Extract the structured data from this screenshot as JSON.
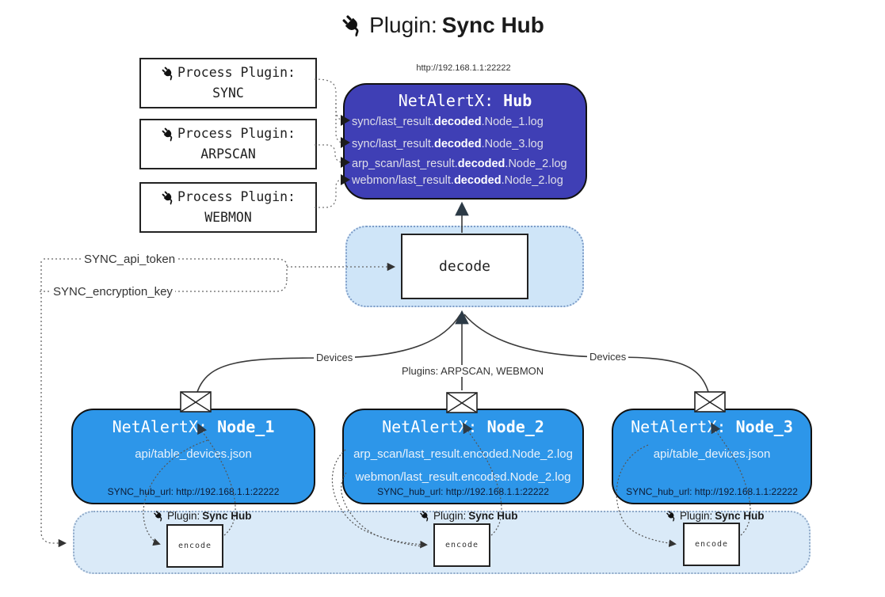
{
  "title": {
    "prefix": "Plugin:",
    "name": "Sync Hub"
  },
  "colors": {
    "hub_bg": "#3F3FB5",
    "node_bg": "#2D96E9",
    "panel_bg": "#CFE5F8",
    "band_bg": "#DAEAF8",
    "panel_border": "#7D9CC7"
  },
  "process_plugins": [
    {
      "label": "Process Plugin:",
      "name": "SYNC"
    },
    {
      "label": "Process Plugin:",
      "name": "ARPSCAN"
    },
    {
      "label": "Process Plugin:",
      "name": "WEBMON"
    }
  ],
  "hub": {
    "url": "http://192.168.1.1:22222",
    "title_prefix": "NetAlertX:",
    "title_name": "Hub",
    "logs": [
      {
        "pre": "sync/last_result.",
        "bold": "decoded",
        "post": ".Node_1.log"
      },
      {
        "pre": "sync/last_result.",
        "bold": "decoded",
        "post": ".Node_3.log"
      },
      {
        "pre": "arp_scan/last_result.",
        "bold": "decoded",
        "post": ".Node_2.log"
      },
      {
        "pre": "webmon/last_result.",
        "bold": "decoded",
        "post": ".Node_2.log"
      }
    ]
  },
  "decode": {
    "label": "decode"
  },
  "secrets": {
    "api_token": "SYNC_api_token",
    "encryption_key": "SYNC_encryption_key"
  },
  "edges": {
    "left": "Devices",
    "center": "Plugins: ARPSCAN, WEBMON",
    "right": "Devices"
  },
  "nodes": [
    {
      "title_prefix": "NetAlertX:",
      "title_name": "Node_1",
      "file1": "api/table_devices.json",
      "file2": "",
      "hub_url": "SYNC_hub_url: http://192.168.1.1:22222"
    },
    {
      "title_prefix": "NetAlertX:",
      "title_name": "Node_2",
      "file1": "arp_scan/last_result.encoded.Node_2.log",
      "file2": "webmon/last_result.encoded.Node_2.log",
      "hub_url": "SYNC_hub_url: http://192.168.1.1:22222"
    },
    {
      "title_prefix": "NetAlertX:",
      "title_name": "Node_3",
      "file1": "api/table_devices.json",
      "file2": "",
      "hub_url": "SYNC_hub_url: http://192.168.1.1:22222"
    }
  ],
  "encoders": [
    {
      "prefix": "Plugin:",
      "name": "Sync Hub",
      "box": "encode"
    },
    {
      "prefix": "Plugin:",
      "name": "Sync Hub",
      "box": "encode"
    },
    {
      "prefix": "Plugin:",
      "name": "Sync Hub",
      "box": "encode"
    }
  ]
}
